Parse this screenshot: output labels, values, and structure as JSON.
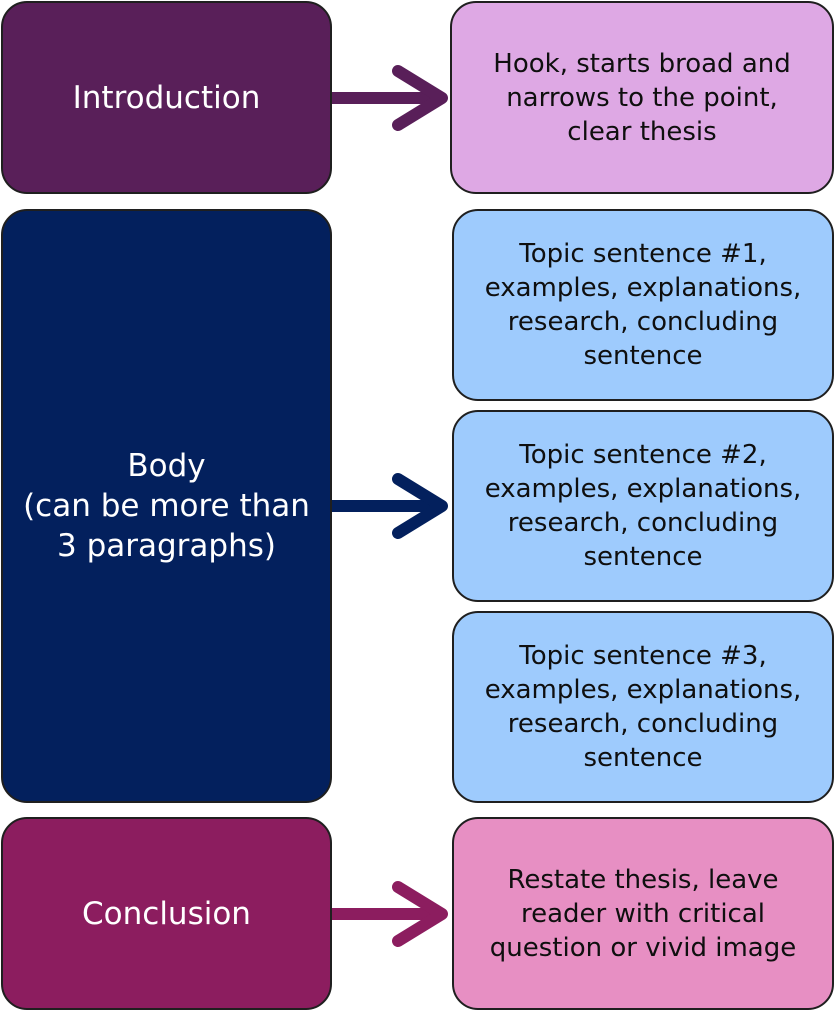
{
  "colors": {
    "intro_left": "#591f59",
    "intro_right": "#dea8e4",
    "body_left": "#03205d",
    "body_right": "#9ecbfd",
    "conclusion_left": "#8c1d5f",
    "conclusion_right": "#e78fc3"
  },
  "introduction": {
    "label": "Introduction",
    "description": "Hook, starts broad and\nnarrows to the point,\nclear thesis"
  },
  "body": {
    "label": "Body\n(can be more than\n3 paragraphs)",
    "paragraphs": [
      {
        "text": "Topic sentence #1,\nexamples, explanations,\nresearch, concluding\nsentence"
      },
      {
        "text": "Topic sentence #2,\nexamples, explanations,\nresearch, concluding\nsentence"
      },
      {
        "text": "Topic sentence #3,\nexamples, explanations,\nresearch, concluding\nsentence"
      }
    ]
  },
  "conclusion": {
    "label": "Conclusion",
    "description": "Restate thesis, leave\nreader with critical\nquestion or vivid image"
  }
}
